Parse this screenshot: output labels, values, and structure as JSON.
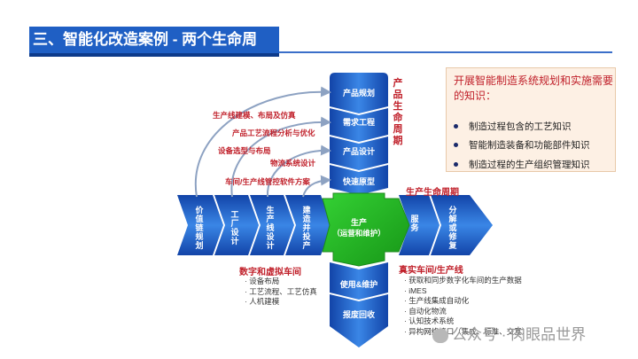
{
  "header": {
    "title": "三、智能化改造案例 - 两个生命周"
  },
  "knowledge_box": {
    "heading": "开展智能制造系统规划和实施需要的知识：",
    "items": [
      "制造过程包含的工艺知识",
      "智能制造装备和功能部件知识",
      "制造过程的生产组织管理知识"
    ]
  },
  "product_lifecycle": {
    "label": "产品生命周期",
    "stages": [
      "产品规划",
      "需求工程",
      "产品设计",
      "快速原型",
      "使用&维护",
      "报废回收"
    ]
  },
  "production_lifecycle": {
    "label": "生产生命周期",
    "stages": [
      "价值链规划",
      "工厂设计",
      "生产线设计",
      "建造并投产",
      "服务",
      "分解或修复"
    ]
  },
  "center": {
    "title": "生产",
    "subtitle": "（运营和维护）"
  },
  "annotations": [
    "生产线建模、布局及仿真",
    "产品工艺流程分析与优化",
    "设备选型与布局",
    "物流系统设计",
    "车间/生产线管控软件方案"
  ],
  "digital": {
    "title": "数字和虚拟车间",
    "items": [
      "· 设备布局",
      "· 工艺流程、工艺仿真",
      "· 人机建模"
    ]
  },
  "real": {
    "title": "真实车间/生产线",
    "items": [
      "· 获取和同步数字化车间的生产数据",
      "· iMES",
      "· 生产线集成自动化",
      "· 自动化物流",
      "· 认知技术系统",
      "· 异构网络接口（集成、标准、交互）"
    ]
  },
  "watermark": {
    "text": "公众号 · 肉眼品世界"
  },
  "colors": {
    "accent_blue": "#1f5fc4",
    "green": "#2fbf2f",
    "red_text": "#c0202a"
  }
}
